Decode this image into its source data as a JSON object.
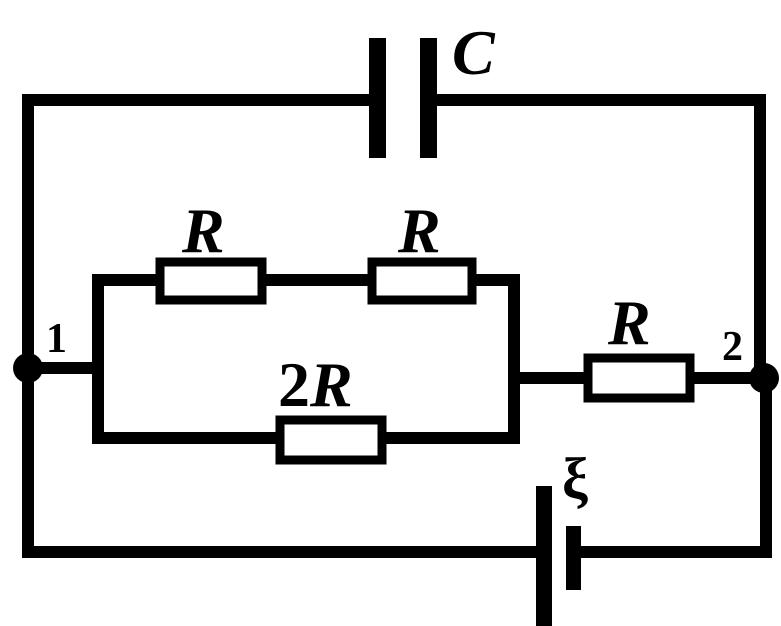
{
  "diagram": {
    "capacitor": {
      "label": "C"
    },
    "resistors": {
      "top_left": {
        "label": "R"
      },
      "top_right": {
        "label": "R"
      },
      "middle": {
        "coefficient": "2",
        "symbol": "R"
      },
      "right": {
        "label": "R"
      }
    },
    "nodes": {
      "left": {
        "label": "1"
      },
      "right": {
        "label": "2"
      }
    },
    "source": {
      "label": "ξ"
    }
  }
}
